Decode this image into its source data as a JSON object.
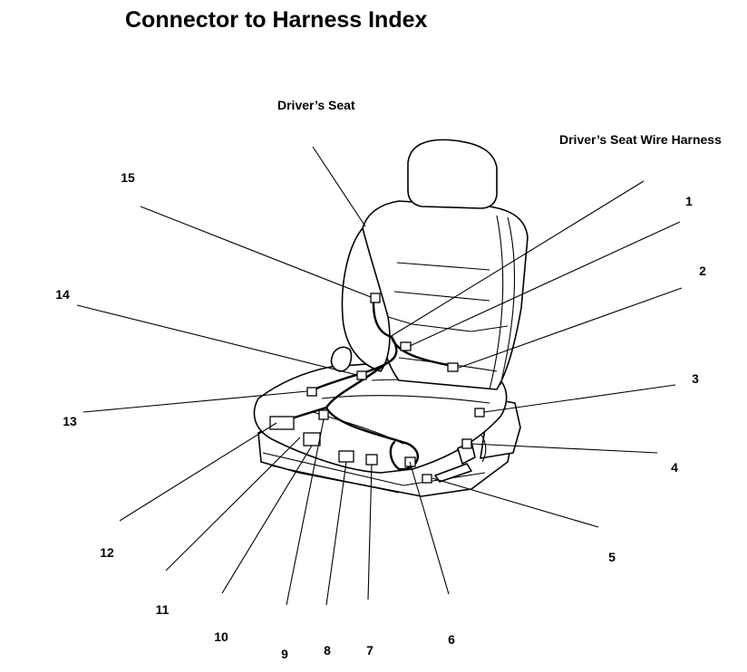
{
  "title": "Connector to Harness Index",
  "labels": {
    "drivers_seat": "Driver’s Seat",
    "wire_harness": "Driver’s Seat Wire Harness"
  },
  "connectors": [
    "1",
    "2",
    "3",
    "4",
    "5",
    "6",
    "7",
    "8",
    "9",
    "10",
    "11",
    "12",
    "13",
    "14",
    "15"
  ]
}
